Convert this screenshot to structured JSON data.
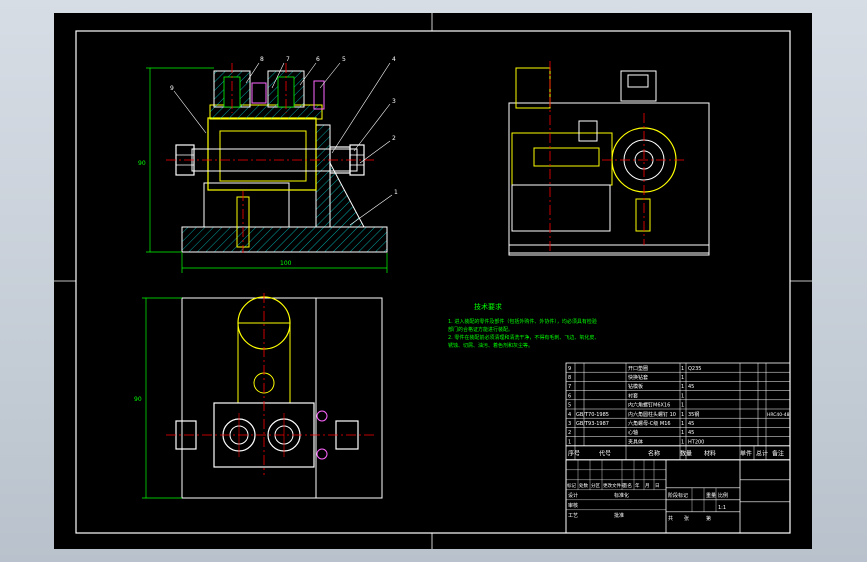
{
  "colors": {
    "background": "#000000",
    "frame": "#ffffff",
    "part": "#ffff00",
    "centerline": "#ff0000",
    "dimension": "#00ff00",
    "hatch": "#00cccc",
    "fastener": "#ff66ff"
  },
  "front_view": {
    "dim_width": "100",
    "dim_height": "90"
  },
  "top_view": {
    "dim_height": "90"
  },
  "balloons": [
    {
      "n": "9"
    },
    {
      "n": "8"
    },
    {
      "n": "7"
    },
    {
      "n": "6"
    },
    {
      "n": "5"
    },
    {
      "n": "4"
    },
    {
      "n": "3"
    },
    {
      "n": "2"
    },
    {
      "n": "1"
    }
  ],
  "tech_req": {
    "title": "技术要求",
    "lines": [
      "1. 进入装配的零件及部件（包括外购件、外协件），均必须具有检验",
      "部门的合格证方能进行装配。",
      "2. 零件在装配前必须清理和清洗干净，不得有毛刺、飞边、氧化皮、",
      "锈蚀、切屑、油污、着色剂和灰尘等。"
    ]
  },
  "parts_table": {
    "rows": [
      {
        "no": "9",
        "code": "",
        "name": "开口垫圈",
        "qty": "1",
        "mat": "Q235"
      },
      {
        "no": "8",
        "code": "",
        "name": "快换钻套",
        "qty": "1",
        "mat": ""
      },
      {
        "no": "7",
        "code": "",
        "name": "钻模板",
        "qty": "1",
        "mat": "45"
      },
      {
        "no": "6",
        "code": "",
        "name": "衬套",
        "qty": "1",
        "mat": ""
      },
      {
        "no": "5",
        "code": "",
        "name": "内六角螺钉M6X16",
        "qty": "1",
        "mat": ""
      },
      {
        "no": "4",
        "code": "GB/T70-1985",
        "name": "内六角圆柱头螺钉 10",
        "qty": "1",
        "mat": "35钢",
        "note": "HRC40-48"
      },
      {
        "no": "3",
        "code": "GB/T93-1987",
        "name": "六角螺母-C级 M16",
        "qty": "1",
        "mat": "45"
      },
      {
        "no": "2",
        "code": "",
        "name": "心轴",
        "qty": "1",
        "mat": "45"
      },
      {
        "no": "1",
        "code": "",
        "name": "夹具体",
        "qty": "1",
        "mat": "HT200"
      }
    ],
    "header": {
      "no": "序号",
      "code": "代号",
      "name": "名称",
      "qty": "数量",
      "mat": "材料",
      "unit_weight": "单件",
      "total_weight": "总计",
      "note": "备注"
    }
  },
  "title_block": {
    "rev_row": [
      "标记",
      "处数",
      "分区",
      "更改文件号",
      "签名",
      "年",
      "月",
      "日"
    ],
    "design": "设计",
    "standard": "标准化",
    "review": "审核",
    "process": "工艺",
    "approve": "批准",
    "stage_mark": "阶段标记",
    "weight": "重量",
    "scale": "比例",
    "scale_value": "1:1",
    "sheet": "共",
    "sheet_of": "张",
    "page": "第"
  }
}
